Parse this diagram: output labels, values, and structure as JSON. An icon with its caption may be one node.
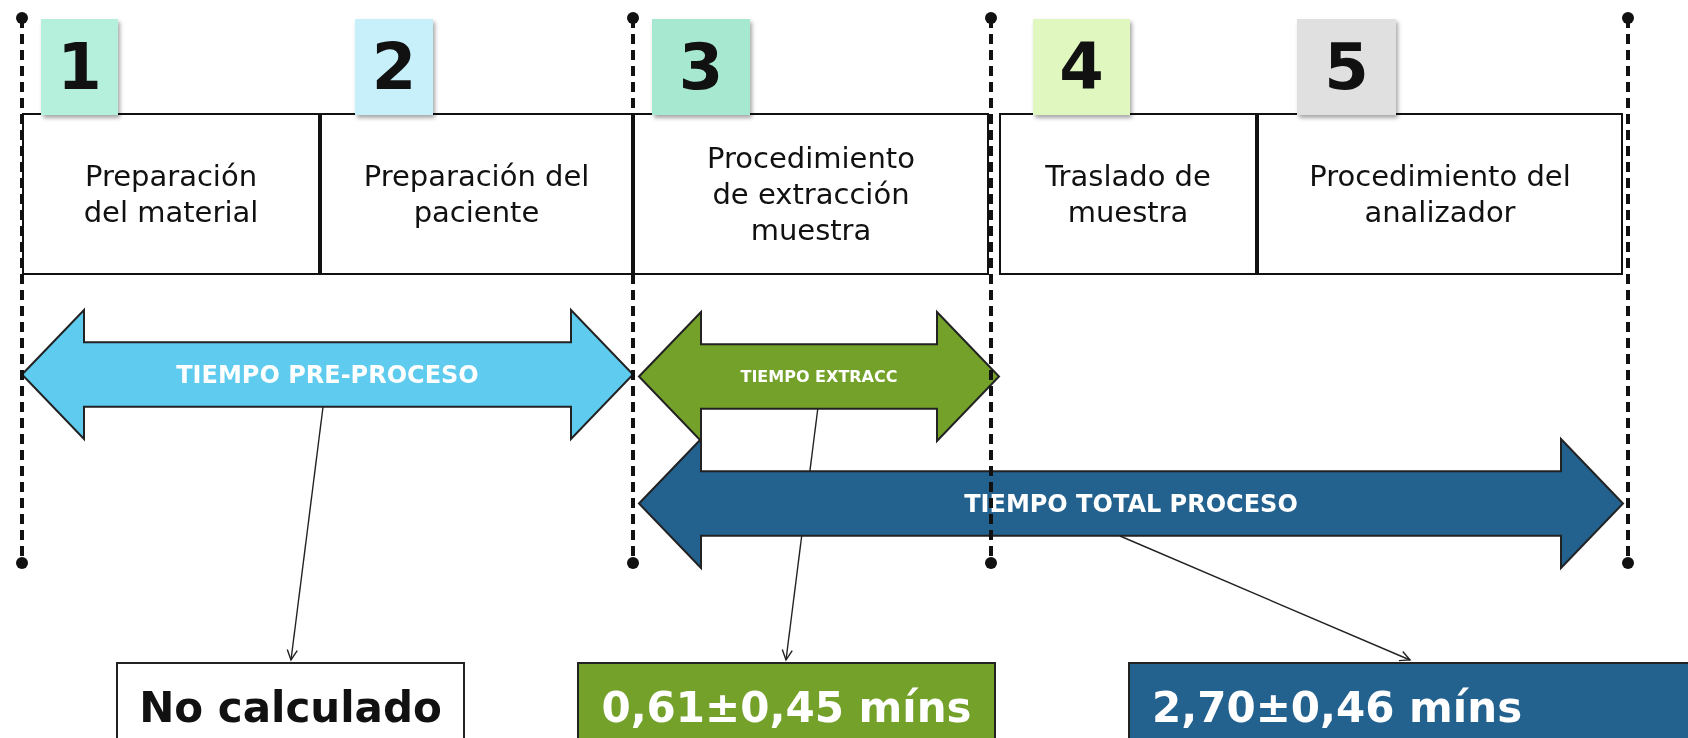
{
  "diagram": {
    "nodes": [
      {
        "text": [
          "1"
        ]
      },
      {
        "text": [
          "Preparación del material"
        ]
      },
      {
        "text": [
          "2"
        ]
      },
      {
        "text": [
          "Preparación del paciente"
        ]
      },
      {
        "text": [
          "3"
        ]
      },
      {
        "text": [
          "Procedimiento de extracción muestra"
        ]
      },
      {
        "text": [
          "4"
        ]
      },
      {
        "text": [
          "Traslado de muestra"
        ]
      },
      {
        "text": [
          "5"
        ]
      },
      {
        "text": [
          "Procedimiento del analizador"
        ]
      },
      {
        "text": [
          "TIEMPO PRE-PROCESO"
        ]
      },
      {
        "text": [
          "TIEMPO EXTRACC"
        ]
      },
      {
        "text": [
          "TIEMPO TOTAL PROCESO"
        ]
      },
      {
        "text": [
          "No calculado"
        ]
      },
      {
        "text": [
          "0,61±0,45 míns"
        ]
      },
      {
        "text": [
          "2,70±0,46 míns"
        ]
      }
    ],
    "edges": [
      {
        "from": 10,
        "to": 13,
        "arrow": "to"
      },
      {
        "from": 11,
        "to": 14,
        "arrow": "to"
      },
      {
        "from": 12,
        "to": 15,
        "arrow": "to"
      }
    ]
  }
}
